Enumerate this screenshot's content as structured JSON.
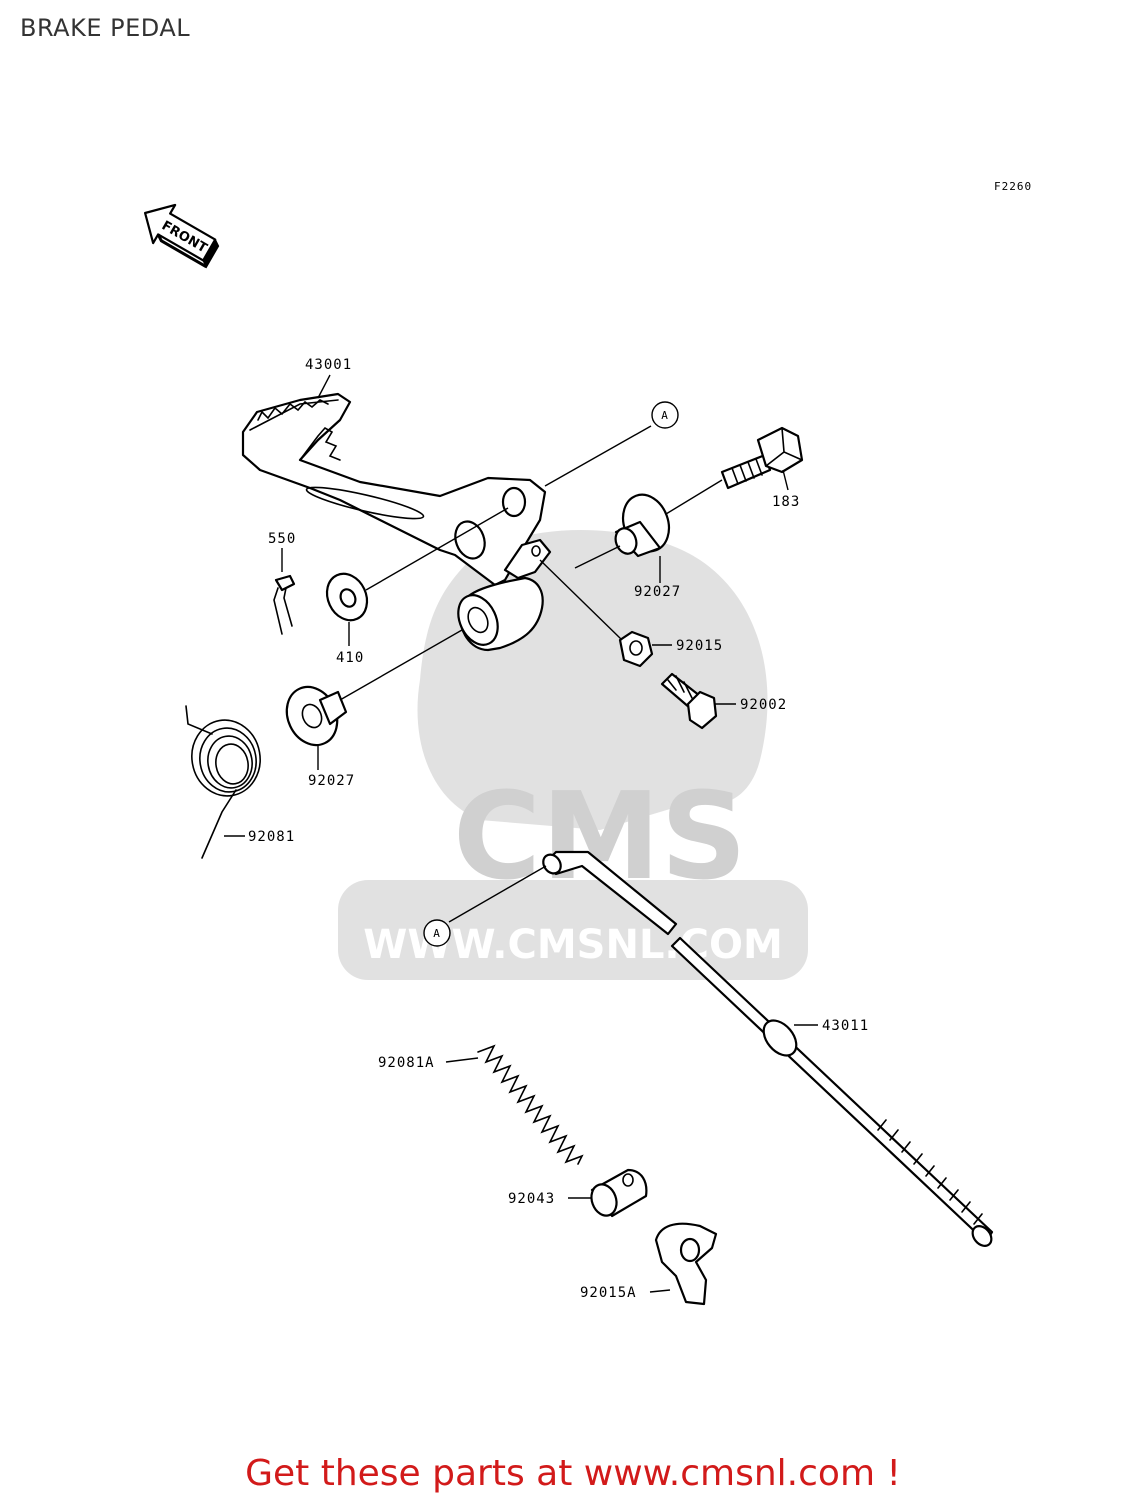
{
  "title": "BRAKE PEDAL",
  "figure_code": "F2260",
  "front_marker": "FRONT",
  "ref_marker": "A",
  "watermark": {
    "logo_text": "CMS",
    "url_text": "WWW.CMSNL.COM"
  },
  "callouts": {
    "c43001": "43001",
    "c183": "183",
    "c550": "550",
    "c92027a": "92027",
    "c410": "410",
    "c92015": "92015",
    "c92002": "92002",
    "c92027b": "92027",
    "c92081": "92081",
    "c43011": "43011",
    "c92081a": "92081A",
    "c92043": "92043",
    "c92015a": "92015A"
  },
  "footer": "Get these parts at www.cmsnl.com !",
  "colors": {
    "footer": "#d21a1a",
    "watermark": "#dcdcdc",
    "line": "#000000"
  }
}
